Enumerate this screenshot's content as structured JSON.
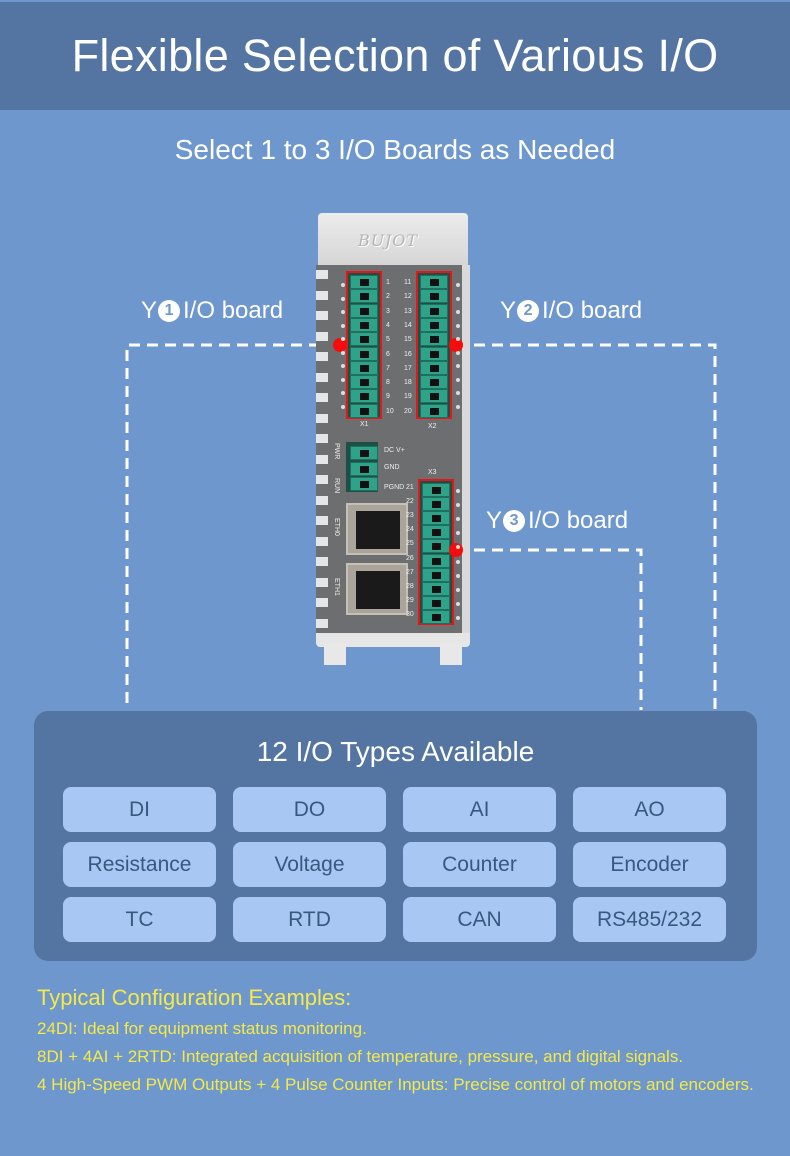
{
  "header": {
    "title": "Flexible Selection of Various I/O"
  },
  "subtitle": "Select 1 to 3 I/O Boards as Needed",
  "boards": [
    {
      "prefix": "Y",
      "number": "1",
      "label": "I/O board"
    },
    {
      "prefix": "Y",
      "number": "2",
      "label": "I/O board"
    },
    {
      "prefix": "Y",
      "number": "3",
      "label": "I/O board"
    }
  ],
  "device": {
    "logo": "BUJOT",
    "connectors": {
      "x1": "X1",
      "x2": "X2",
      "x3": "X3"
    },
    "x1_pins": [
      "1",
      "2",
      "3",
      "4",
      "5",
      "6",
      "7",
      "8",
      "9",
      "10"
    ],
    "x2_pins": [
      "11",
      "12",
      "13",
      "14",
      "15",
      "16",
      "17",
      "18",
      "19",
      "20"
    ],
    "x3_pins": [
      "21",
      "22",
      "23",
      "24",
      "25",
      "26",
      "27",
      "28",
      "29",
      "30"
    ],
    "power_labels": [
      "DC V+",
      "GND",
      "PGND"
    ],
    "status_labels": {
      "pwr": "PWR",
      "run": "RUN"
    },
    "eth_labels": [
      "ETH0",
      "ETH1"
    ]
  },
  "types": {
    "title": "12 I/O Types Available",
    "items": [
      "DI",
      "DO",
      "AI",
      "AO",
      "Resistance",
      "Voltage",
      "Counter",
      "Encoder",
      "TC",
      "RTD",
      "CAN",
      "RS485/232"
    ]
  },
  "config": {
    "title": "Typical Configuration Examples:",
    "lines": [
      "24DI: Ideal for equipment status monitoring.",
      "8DI + 4AI + 2RTD: Integrated acquisition of temperature, pressure, and digital signals.",
      "4 High-Speed PWM Outputs + 4 Pulse Counter Inputs: Precise control of motors and encoders."
    ]
  },
  "colors": {
    "background": "#6d97cd",
    "header": "#5475a2",
    "panel": "#5475a2",
    "chip": "#a8c8f3",
    "accent_yellow": "#f5e94a",
    "marker_red": "#f50d0d"
  }
}
